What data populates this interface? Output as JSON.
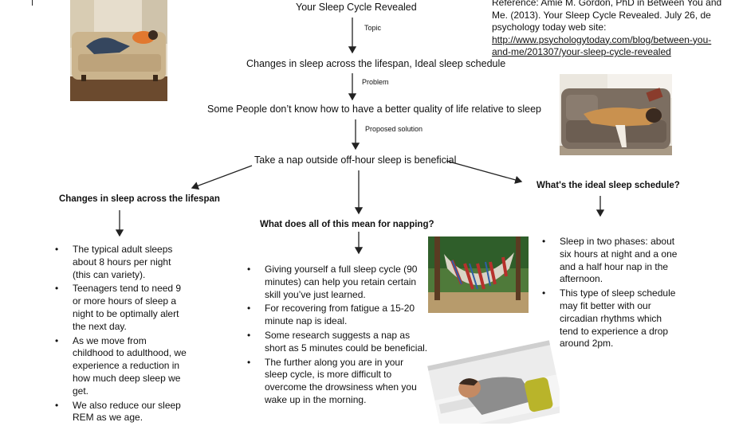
{
  "title": "Your Sleep Cycle Revealed",
  "labels": {
    "topic": "Topic",
    "problem": "Problem",
    "proposed": "Proposed solution"
  },
  "topic_text": "Changes in sleep across the lifespan, Ideal sleep schedule",
  "problem_text": "Some People don’t know how to have a better quality of life relative to sleep",
  "solution_text": "Take a nap outside off-hour sleep is beneficial",
  "reference": {
    "line1": "Reference: Amie M. Gordon, PhD in Between You and",
    "line2": "Me. (2013). Your Sleep Cycle Revealed. July 26, de",
    "line3": "psychology today web site:",
    "link1": "http://www.psychologytoday.com/blog/between-you-",
    "link2": "and-me/201307/your-sleep-cycle-revealed"
  },
  "left": {
    "heading": "Changes in sleep across the lifespan",
    "bullets": [
      "The typical adult sleeps about 8 hours per night (this can variety).",
      "Teenagers tend to need 9 or more hours of sleep a night to be optimally alert the next day.",
      "As we move from childhood to adulthood, we experience a reduction in how much deep sleep we get.",
      "We also reduce our sleep REM as we age."
    ]
  },
  "middle": {
    "heading": "What does all of this mean for napping?",
    "bullets": [
      "Giving yourself a full sleep cycle (90 minutes) can help you retain certain skill you’ve just learned.",
      "For recovering from fatigue a 15-20 minute nap is ideal.",
      "Some research suggests a nap as short as 5 minutes could be beneficial.",
      "The further along you are in your sleep cycle, is more difficult to overcome the drowsiness when you wake up in the morning."
    ]
  },
  "right": {
    "heading": "What's the ideal sleep schedule?",
    "bullets": [
      "Sleep in two phases: about six hours at night and a one and a half hour nap in the afternoon.",
      "This type of sleep schedule may fit better with our circadian rhythms which tend to experience a drop around 2pm."
    ]
  }
}
